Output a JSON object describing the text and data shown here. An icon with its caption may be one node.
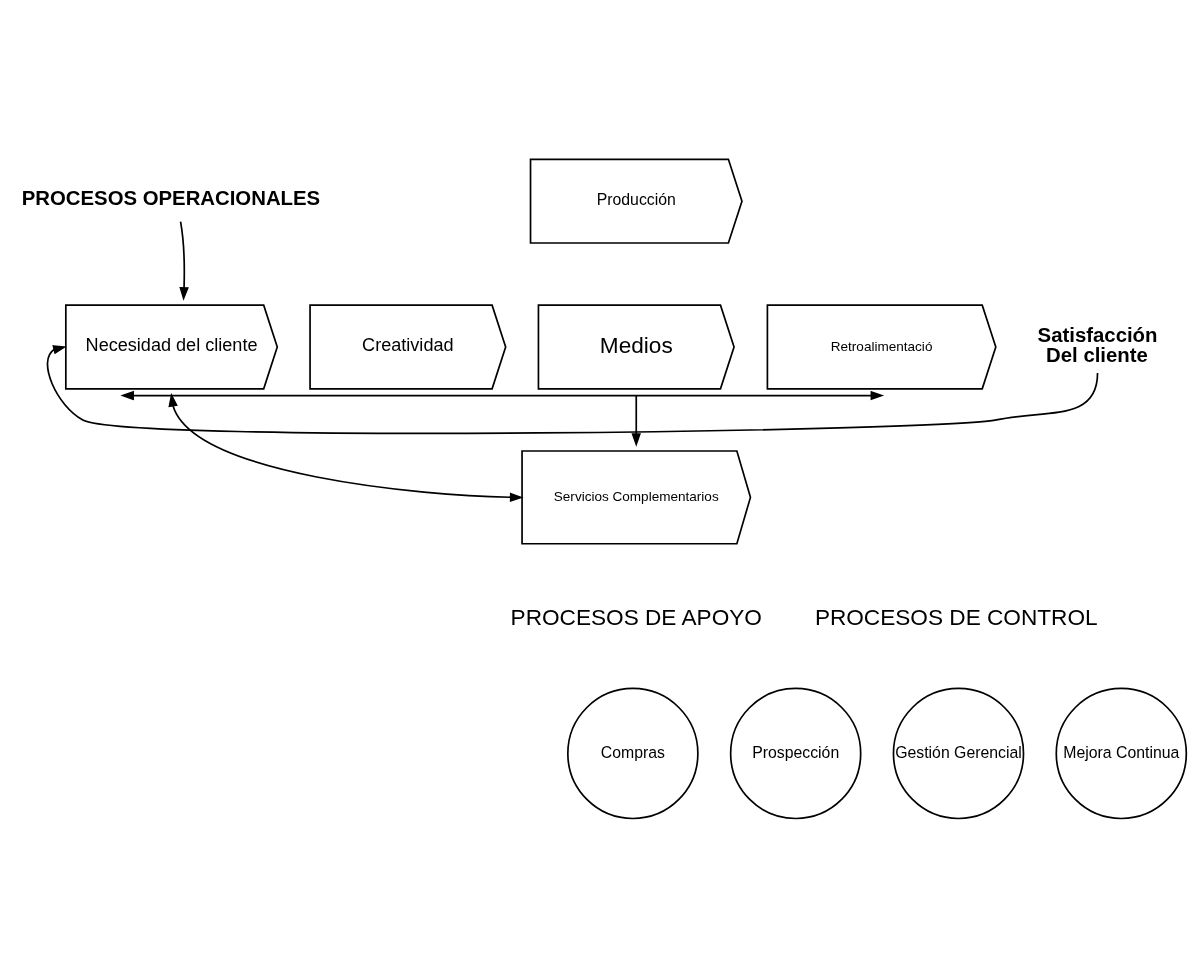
{
  "diagram": {
    "nodes": [
      {
        "text": [
          "PROCESOS OPERACIONALES"
        ]
      },
      {
        "text": [
          "Producción"
        ]
      },
      {
        "text": [
          "Necesidad del cliente"
        ]
      },
      {
        "text": [
          "Creatividad"
        ]
      },
      {
        "text": [
          "Medios"
        ]
      },
      {
        "text": [
          "Retroalimentació"
        ]
      },
      {
        "text": [
          "Satisfacción",
          "Del cliente"
        ]
      },
      {
        "text": [
          "Servicios Complementarios"
        ]
      },
      {
        "text": [
          "Compras"
        ]
      },
      {
        "text": [
          "Prospección"
        ]
      },
      {
        "text": [
          "Gestión Gerencial"
        ]
      },
      {
        "text": [
          "Mejora Continua"
        ]
      }
    ],
    "edges": [
      {
        "from": 0,
        "to": 2,
        "arrow": "to"
      },
      {
        "from": 2,
        "to": 5,
        "arrow": "both"
      },
      {
        "from": 2,
        "to": 7,
        "arrow": "both"
      },
      {
        "from": 4,
        "to": 7,
        "arrow": "to"
      },
      {
        "from": 6,
        "to": 2,
        "arrow": "to"
      }
    ],
    "labels": [
      "PROCESOS DE APOYO",
      "PROCESOS DE CONTROL"
    ]
  }
}
